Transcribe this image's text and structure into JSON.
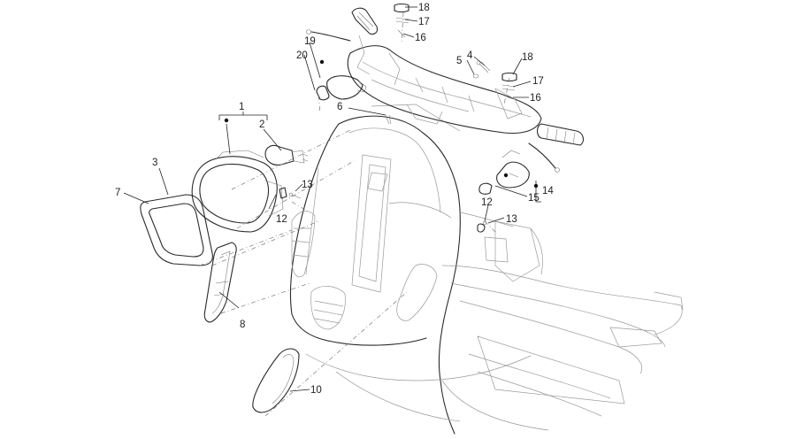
{
  "diagram": {
    "callouts": [
      {
        "id": "c1",
        "label": "1"
      },
      {
        "id": "c2",
        "label": "2"
      },
      {
        "id": "c3",
        "label": "3"
      },
      {
        "id": "c4",
        "label": "4"
      },
      {
        "id": "c5",
        "label": "5"
      },
      {
        "id": "c6",
        "label": "6"
      },
      {
        "id": "c7",
        "label": "7"
      },
      {
        "id": "c8",
        "label": "8"
      },
      {
        "id": "c10",
        "label": "10"
      },
      {
        "id": "c12a",
        "label": "12"
      },
      {
        "id": "c12b",
        "label": "12"
      },
      {
        "id": "c13a",
        "label": "13"
      },
      {
        "id": "c13b",
        "label": "13"
      },
      {
        "id": "c14",
        "label": "14"
      },
      {
        "id": "c15",
        "label": "15"
      },
      {
        "id": "c16a",
        "label": "16"
      },
      {
        "id": "c16b",
        "label": "16"
      },
      {
        "id": "c17a",
        "label": "17"
      },
      {
        "id": "c17b",
        "label": "17"
      },
      {
        "id": "c18a",
        "label": "18"
      },
      {
        "id": "c18b",
        "label": "18"
      },
      {
        "id": "c19",
        "label": "19"
      },
      {
        "id": "c20",
        "label": "20"
      }
    ]
  }
}
